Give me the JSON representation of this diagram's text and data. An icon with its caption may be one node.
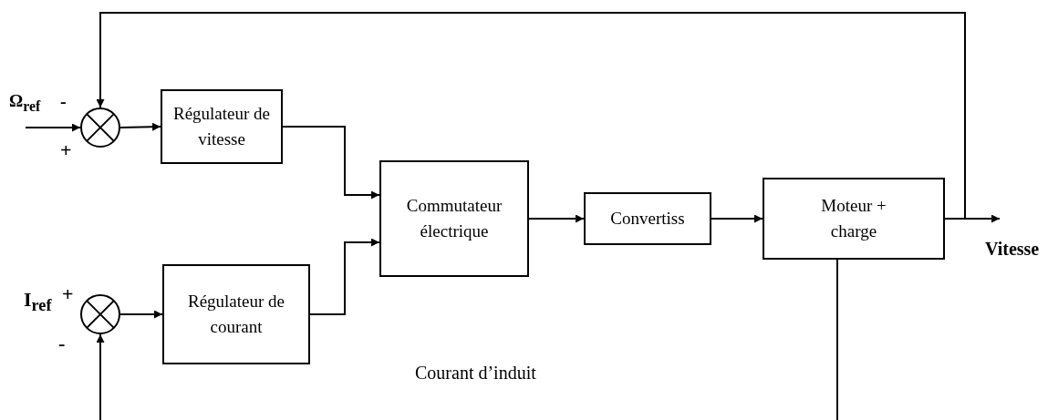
{
  "diagram": {
    "nodes": [
      {
        "text": [],
        "shape": "circle"
      },
      {
        "text": [
          "Régulateur de vitesse"
        ]
      },
      {
        "text": [
          "Commutateur électrique"
        ]
      },
      {
        "text": [
          "Convertiss"
        ]
      },
      {
        "text": [
          "Moteur + charge"
        ]
      },
      {
        "text": [],
        "shape": "circle"
      },
      {
        "text": [
          "Régulateur de courant"
        ]
      }
    ],
    "edges": [
      {
        "from": null,
        "to": 0,
        "arrow": "to"
      },
      {
        "from": 0,
        "to": 1,
        "arrow": "to"
      },
      {
        "from": 1,
        "to": 2,
        "arrow": "to"
      },
      {
        "from": 6,
        "to": 2,
        "arrow": "to"
      },
      {
        "from": 2,
        "to": 3,
        "arrow": "to"
      },
      {
        "from": 3,
        "to": 4,
        "arrow": "to"
      },
      {
        "from": 4,
        "to": null,
        "arrow": "to"
      },
      {
        "from": 4,
        "to": 0,
        "arrow": "to"
      },
      {
        "from": 4,
        "to": null,
        "arrow": "none"
      },
      {
        "from": null,
        "to": 5,
        "arrow": "to"
      },
      {
        "from": 5,
        "to": 6,
        "arrow": "to"
      }
    ],
    "labels": [
      "Ω$_{ref}$",
      "-",
      "+",
      "I$_{ref}$",
      "+",
      "-",
      "Vitesse",
      "Courant d’induit"
    ]
  }
}
